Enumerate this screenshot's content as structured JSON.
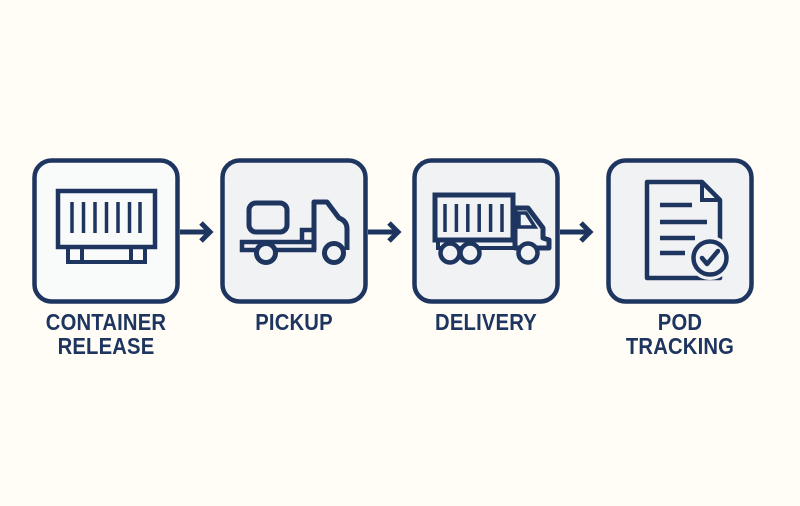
{
  "colors": {
    "navy": "#1E3560",
    "background": "#FFFDF6",
    "box_fill": "#F0F2F4",
    "first_box_fill": "#F9FAFA"
  },
  "steps": [
    {
      "name": "container-release",
      "icon": "shipping-container-icon",
      "lines": [
        "CONTAINER",
        "RELEASE"
      ]
    },
    {
      "name": "pickup",
      "icon": "flatbed-truck-icon",
      "lines": [
        "PICKUP"
      ]
    },
    {
      "name": "delivery",
      "icon": "box-truck-icon",
      "lines": [
        "DELIVERY"
      ]
    },
    {
      "name": "pod-tracking",
      "icon": "document-check-icon",
      "lines": [
        "POD",
        "TRACKING"
      ]
    }
  ]
}
